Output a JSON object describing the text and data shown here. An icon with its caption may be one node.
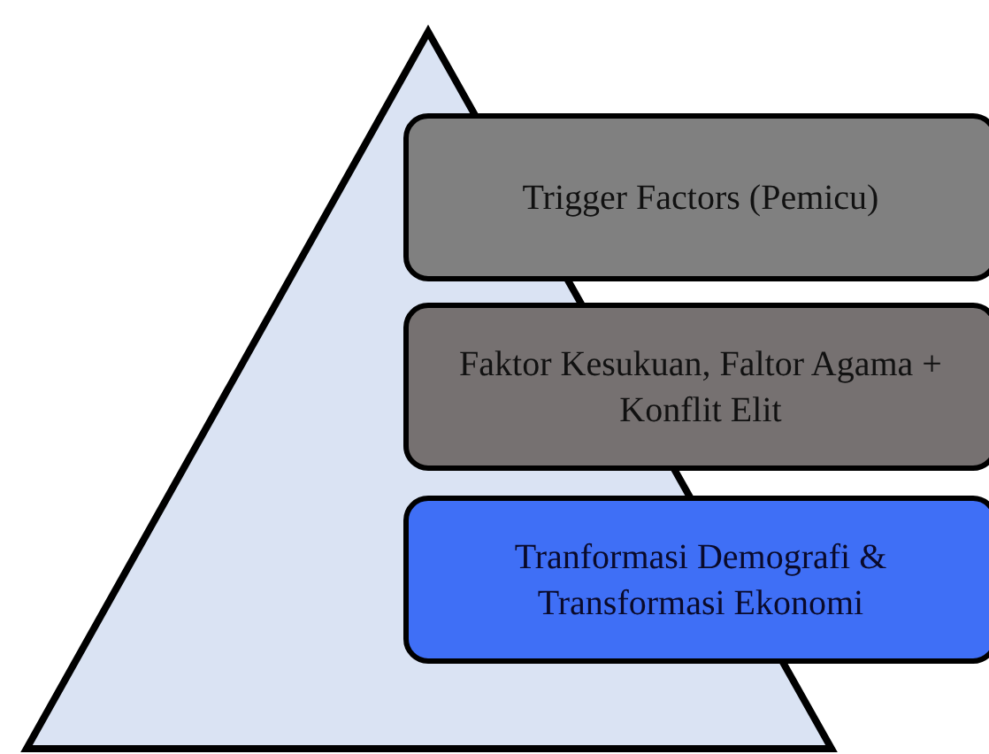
{
  "diagram": {
    "nodes": [
      {
        "text": [
          "Trigger Factors (Pemicu)"
        ]
      },
      {
        "text": [
          "Faktor Kesukuan, Faltor Agama + Konflit Elit"
        ]
      },
      {
        "text": [
          "Tranformasi Demografi & Transformasi Ekonomi"
        ]
      }
    ]
  }
}
